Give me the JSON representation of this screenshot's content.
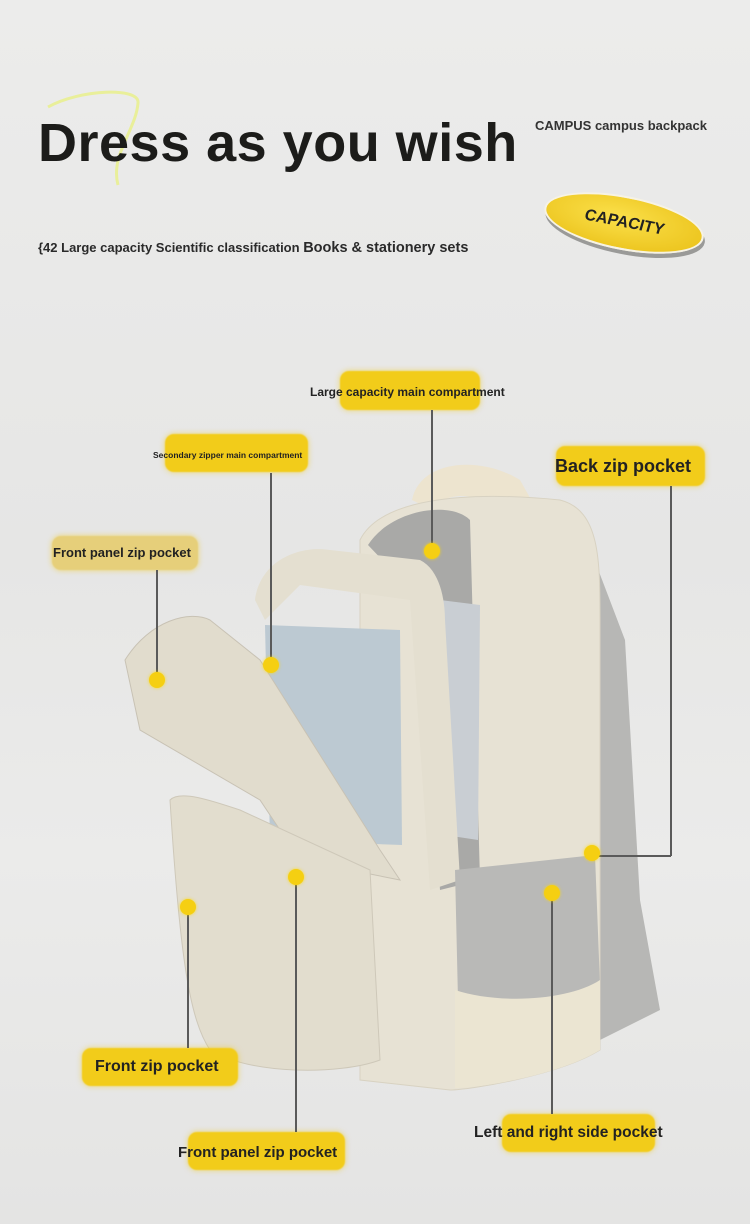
{
  "header": {
    "title": "Dress as you wish",
    "brand": "CAMPUS campus backpack",
    "subtitle_part1": "{42 Large capacity Scientific classification",
    "subtitle_part2": "Books & stationery sets",
    "badge": "CAPACITY"
  },
  "callouts": {
    "main_compartment": "Large capacity main compartment",
    "secondary_compartment": "Secondary zipper main compartment",
    "front_panel_top": "Front panel zip pocket",
    "back_pocket": "Back zip pocket",
    "front_zip": "Front zip pocket",
    "front_panel_bottom": "Front panel zip pocket",
    "side_pocket": "Left and right side pocket"
  },
  "colors": {
    "accent": "#f2cc1a",
    "bag": "#e6e1d3",
    "mesh": "#b9b9b7"
  }
}
